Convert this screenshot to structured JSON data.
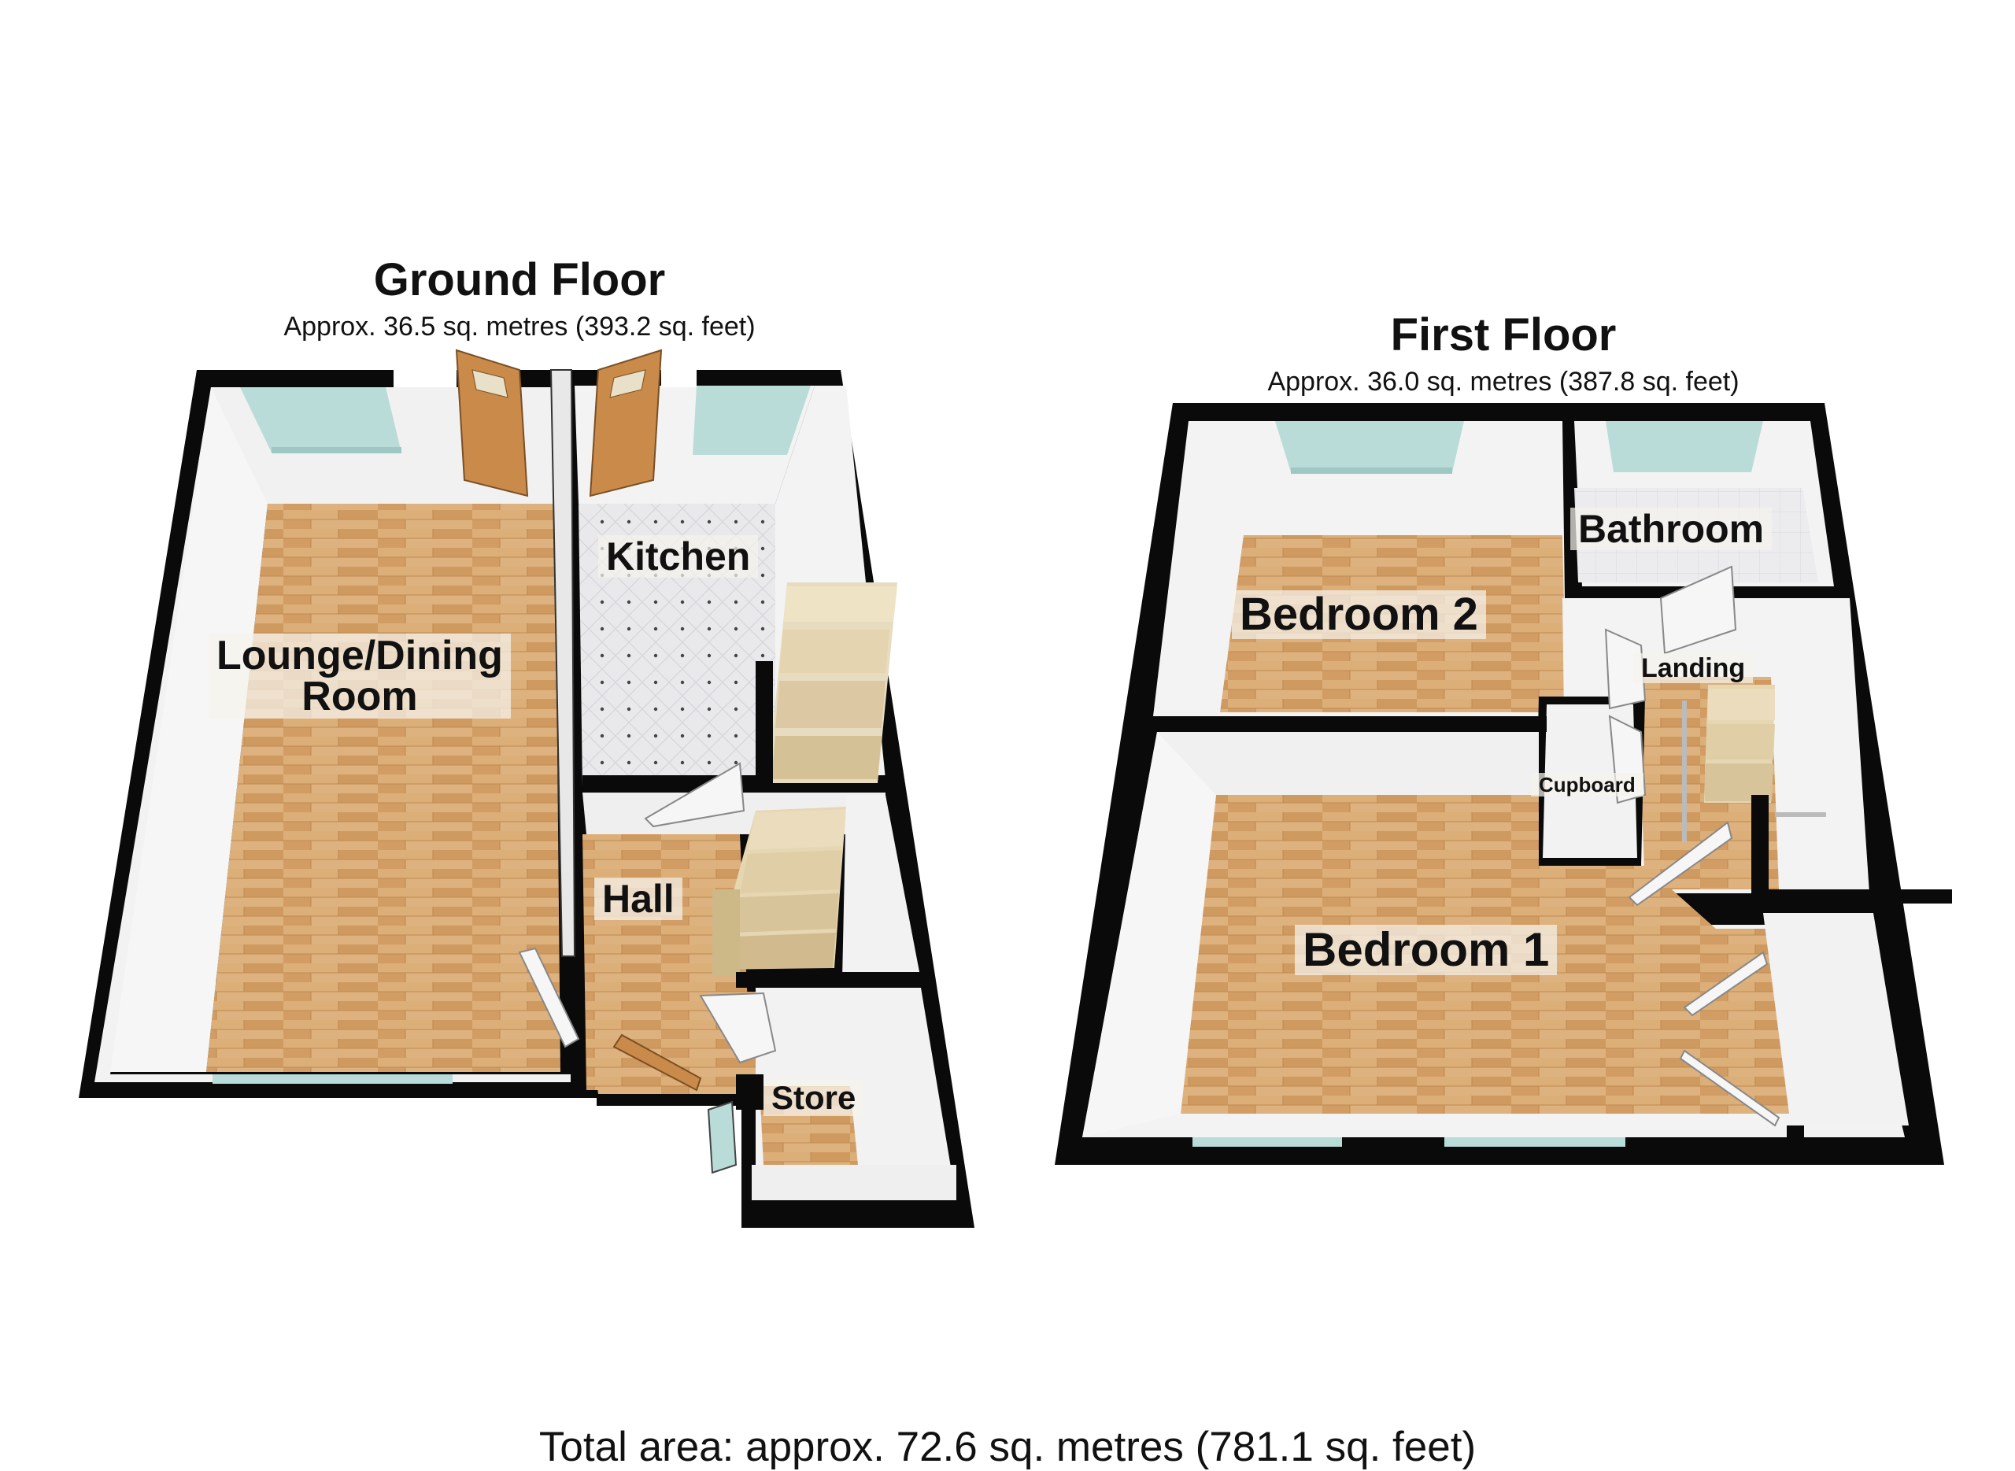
{
  "ground_floor": {
    "title": "Ground Floor",
    "area": "Approx. 36.5 sq. metres (393.2 sq. feet)",
    "rooms": {
      "lounge": "Lounge/Dining\nRoom",
      "kitchen": "Kitchen",
      "hall": "Hall",
      "store": "Store"
    }
  },
  "first_floor": {
    "title": "First Floor",
    "area": "Approx. 36.0 sq. metres (387.8 sq. feet)",
    "rooms": {
      "bedroom1": "Bedroom 1",
      "bedroom2": "Bedroom 2",
      "bathroom": "Bathroom",
      "landing": "Landing",
      "cupboard": "Cupboard"
    }
  },
  "total_area": "Total area: approx. 72.6 sq. metres (781.1 sq. feet)",
  "colors": {
    "wall": "#0a0a0a",
    "wood_floor": "#d7a66e",
    "tile_floor": "#e6e6e8",
    "inner_wall": "#f4f4f4",
    "window": "#b9dcd9",
    "door": "#c98a4a",
    "stairs": "#ddc9a3"
  }
}
